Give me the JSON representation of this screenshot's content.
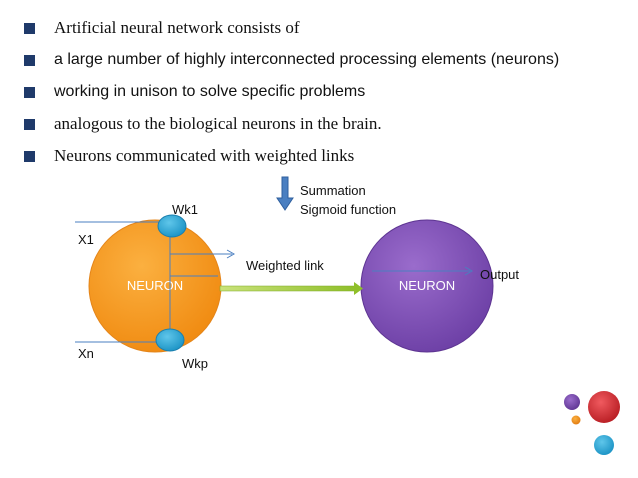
{
  "bullets": [
    {
      "text": "Artificial neural network consists of",
      "style": "serif"
    },
    {
      "text": "a large number of highly interconnected processing elements (neurons)",
      "style": "sans"
    },
    {
      "text": "working in unison to solve specific problems",
      "style": "sans"
    },
    {
      "text": "analogous to the biological neurons in the brain.",
      "style": "serif"
    },
    {
      "text": "Neurons communicated with weighted links",
      "style": "serif"
    }
  ],
  "diagram": {
    "annotation_line1": "Summation",
    "annotation_line2": "Sigmoid function",
    "left_neuron_label": "NEURON",
    "right_neuron_label": "NEURON",
    "input_top": "X1",
    "input_bottom": "Xn",
    "weight_top": "Wk1",
    "weight_bottom": "Wkp",
    "link_label": "Weighted link",
    "output_label": "Output"
  },
  "colors": {
    "bullet": "#1f3a6a",
    "left_neuron": "#f7941d",
    "right_neuron": "#7e4fb3",
    "weight_node": "#29a9d6",
    "link_arrow": "#a6cf3a",
    "down_arrow": "#4a7fc1",
    "decor_purple": "#7e4fb3",
    "decor_orange": "#f7941d",
    "decor_red": "#d9282f",
    "decor_blue": "#29a9d6"
  }
}
